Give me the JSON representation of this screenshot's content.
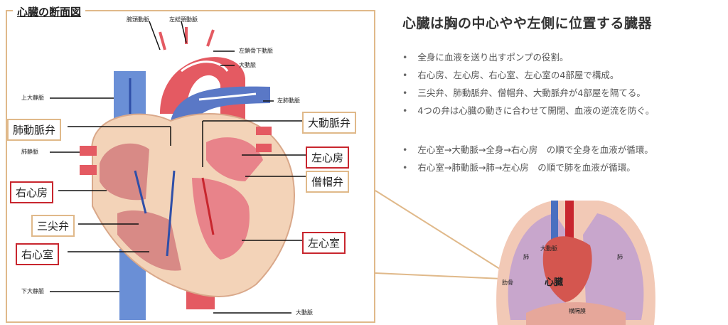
{
  "diagram_title": "心臓の断面図",
  "small_labels": {
    "brachiocephalic": "腕頭動脈",
    "left_common_carotid": "左総頸動脈",
    "left_subclavian": "左鎖骨下動脈",
    "aorta_top": "大動脈",
    "svc": "上大静脈",
    "left_pulmonary_artery": "左肺動脈",
    "pulmonary_veins": "肺静脈",
    "ivc": "下大静脈",
    "aorta_bottom": "大動脈"
  },
  "boxed_labels": {
    "pulmonary_valve": "肺動脈弁",
    "aortic_valve": "大動脈弁",
    "left_atrium": "左心房",
    "mitral_valve": "僧帽弁",
    "right_atrium": "右心房",
    "tricuspid_valve": "三尖弁",
    "left_ventricle": "左心室",
    "right_ventricle": "右心室"
  },
  "right_panel": {
    "title": "心臓は胸の中心やや左側に位置する臓器",
    "bullets_group1": [
      "全身に血液を送り出すポンプの役割。",
      "右心房、左心房、右心室、左心室の4部屋で構成。",
      "三尖弁、肺動脈弁、僧帽弁、大動脈弁が4部屋を隔てる。",
      "4つの弁は心臓の動きに合わせて開閉、血液の逆流を防ぐ。"
    ],
    "bullets_group2": [
      "左心室→大動脈→全身→右心房　の順で全身を血液が循環。",
      "右心室→肺動脈→肺→左心房　の順で肺を血液が循環。"
    ]
  },
  "chest_labels": {
    "aorta": "大動脈",
    "lung_left": "肺",
    "lung_right": "肺",
    "heart": "心臓",
    "rib": "肋骨",
    "diaphragm": "横隔膜"
  },
  "colors": {
    "frame": "#e0b98a",
    "red_box": "#c8262e",
    "artery": "#e0505a",
    "vein": "#4a6fc0",
    "heart_wall": "#f3d3b8"
  }
}
